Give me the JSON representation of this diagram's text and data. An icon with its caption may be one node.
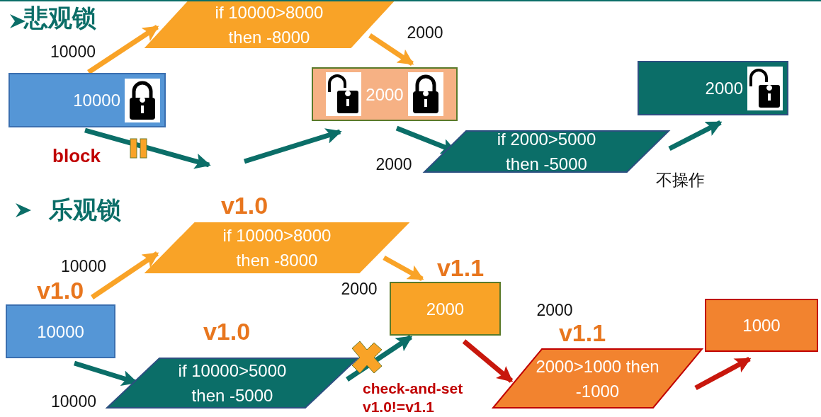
{
  "diagram": {
    "nodes": [
      {
        "text": [
          "10000"
        ]
      },
      {
        "text": [
          "if 10000>8000 then -8000"
        ]
      },
      {
        "text": [
          "2000"
        ]
      },
      {
        "text": [
          "if 2000>5000 then -5000"
        ]
      },
      {
        "text": [
          "2000"
        ]
      },
      {
        "text": [
          "10000"
        ],
        "beside": [
          "v1.0"
        ]
      },
      {
        "text": [
          "if 10000>8000 then -8000"
        ],
        "beside": [
          "v1.0"
        ]
      },
      {
        "text": [
          "2000"
        ],
        "beside": [
          "v1.1"
        ]
      },
      {
        "text": [
          "if 10000>5000 then -5000"
        ],
        "beside": [
          "v1.0"
        ]
      },
      {
        "text": [
          "2000>1000 then -1000"
        ],
        "beside": [
          "v1.1"
        ]
      },
      {
        "text": [
          "1000"
        ]
      }
    ],
    "edges": [
      {
        "from": 0,
        "to": 1,
        "arrow": "to",
        "label": "10000",
        "color": "#f9a327"
      },
      {
        "from": 1,
        "to": 2,
        "arrow": "to",
        "label": "2000",
        "color": "#f9a327"
      },
      {
        "from": 0,
        "to": null,
        "arrow": "to",
        "label": "block"
      },
      {
        "from": null,
        "to": 2,
        "arrow": "to"
      },
      {
        "from": 2,
        "to": 3,
        "arrow": "to",
        "label": "2000"
      },
      {
        "from": 3,
        "to": 4,
        "arrow": "to",
        "label": "不操作"
      },
      {
        "from": 5,
        "to": 6,
        "arrow": "to",
        "label": "10000",
        "color": "#f9a327"
      },
      {
        "from": 6,
        "to": 7,
        "arrow": "to",
        "label": "2000",
        "color": "#f9a327"
      },
      {
        "from": 5,
        "to": 8,
        "arrow": "to",
        "label": "10000"
      },
      {
        "from": 8,
        "to": 7,
        "arrow": "to",
        "label": "check-and-set v1.0!=v1.1"
      },
      {
        "from": 7,
        "to": 9,
        "arrow": "to",
        "label": "2000",
        "color": "#c8170d"
      },
      {
        "from": 9,
        "to": 10,
        "arrow": "to",
        "color": "#c8170d"
      }
    ],
    "labels": [
      "悲观锁",
      "乐观锁"
    ]
  }
}
